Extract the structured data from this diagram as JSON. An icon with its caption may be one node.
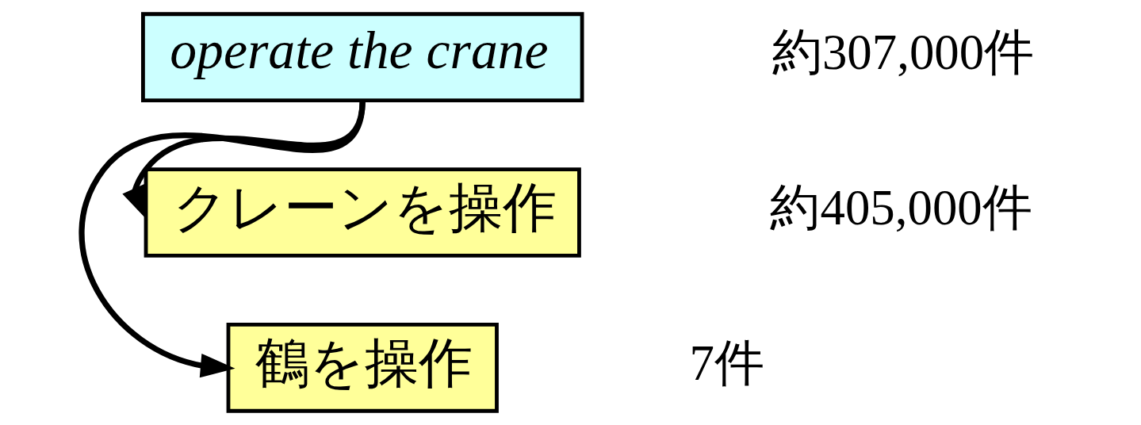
{
  "diagram": {
    "nodes": [
      {
        "text": [
          "operate the crane"
        ],
        "beside": [
          "約307,000件"
        ]
      },
      {
        "text": [
          "クレーンを操作"
        ],
        "beside": [
          "約405,000件"
        ]
      },
      {
        "text": [
          "鶴を操作"
        ],
        "beside": [
          "7件"
        ]
      }
    ],
    "edges": [
      {
        "from": 0,
        "to": 1,
        "arrow": "to"
      },
      {
        "from": 0,
        "to": 2,
        "arrow": "to"
      }
    ]
  }
}
